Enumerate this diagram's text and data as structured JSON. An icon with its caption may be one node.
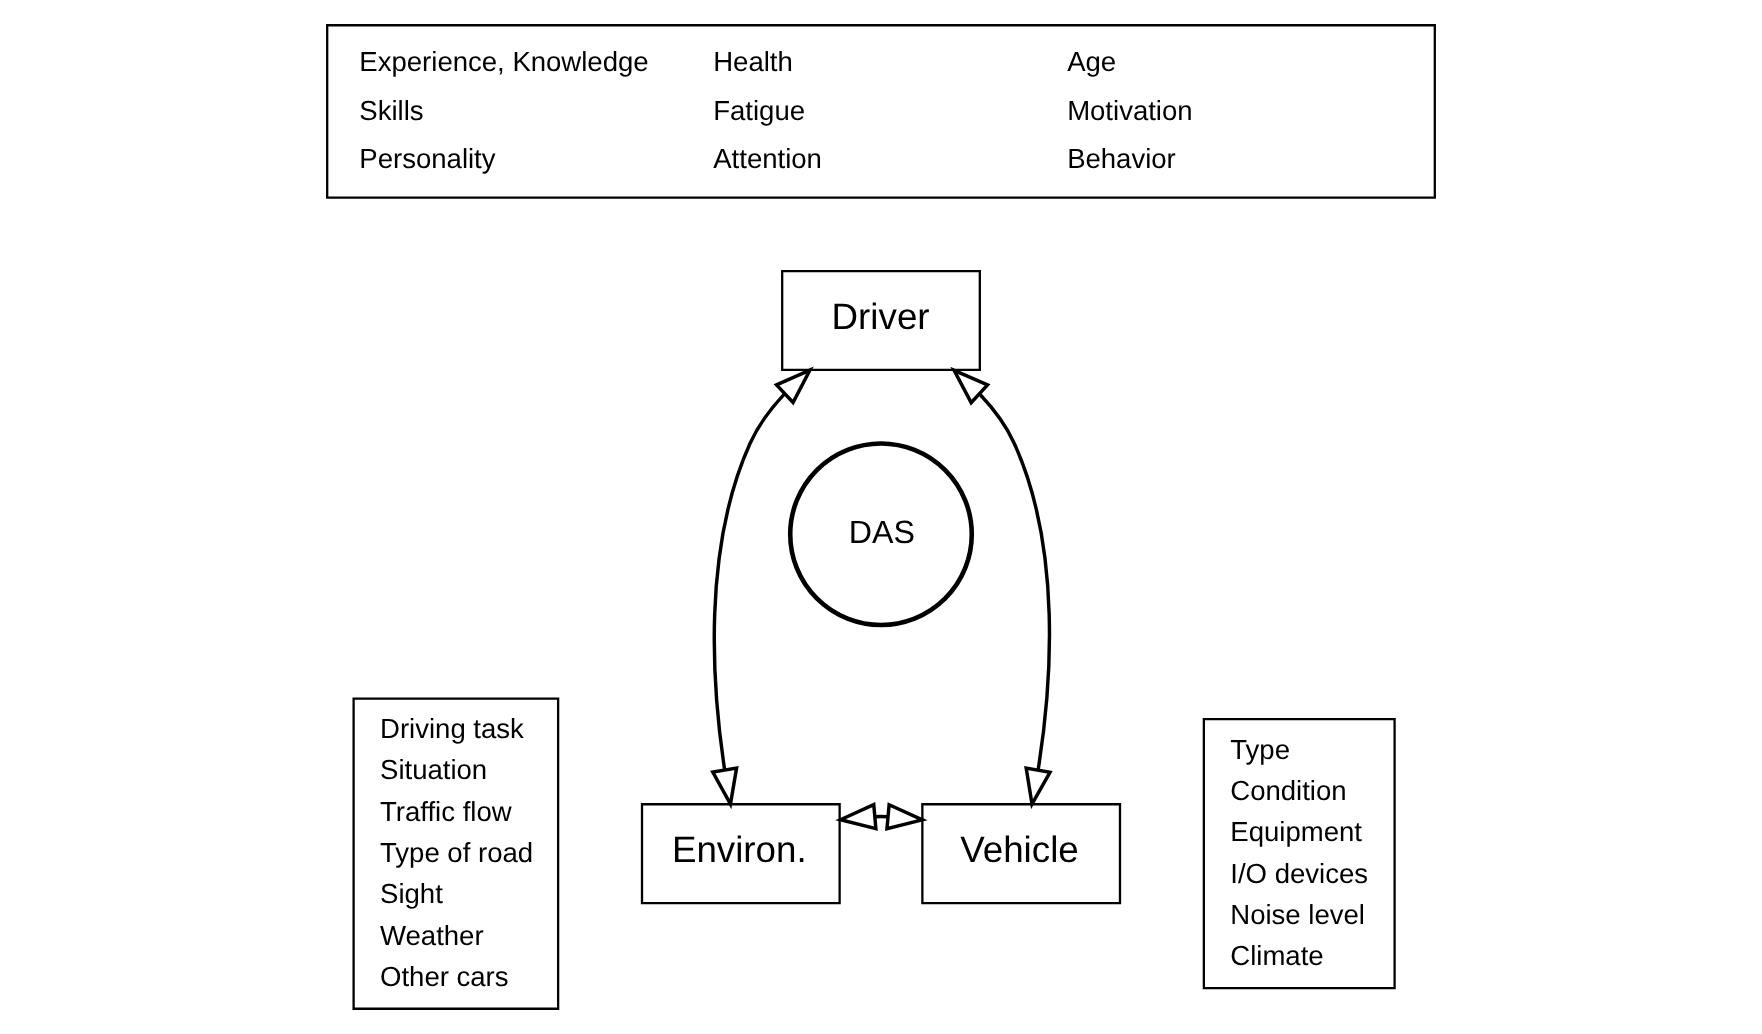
{
  "diagram": {
    "nodes": [
      {
        "text": [
          "Experience, Knowledge",
          "Health",
          "Age",
          "Skills",
          "Fatigue",
          "Motivation",
          "Personality",
          "Attention",
          "Behavior"
        ]
      },
      {
        "text": [
          "Driver"
        ]
      },
      {
        "text": [
          "DAS"
        ]
      },
      {
        "text": [
          "Driving task",
          "Situation",
          "Traffic flow",
          "Type of road",
          "Sight",
          "Weather",
          "Other cars"
        ]
      },
      {
        "text": [
          "Environ."
        ]
      },
      {
        "text": [
          "Vehicle"
        ]
      },
      {
        "text": [
          "Type",
          "Condition",
          "Equipment",
          "I/O devices",
          "Noise level",
          "Climate"
        ]
      }
    ],
    "edges": [
      {
        "from": 4,
        "to": 1,
        "arrow": "both"
      },
      {
        "from": 5,
        "to": 1,
        "arrow": "both"
      },
      {
        "from": 4,
        "to": 5,
        "arrow": "both"
      }
    ]
  }
}
